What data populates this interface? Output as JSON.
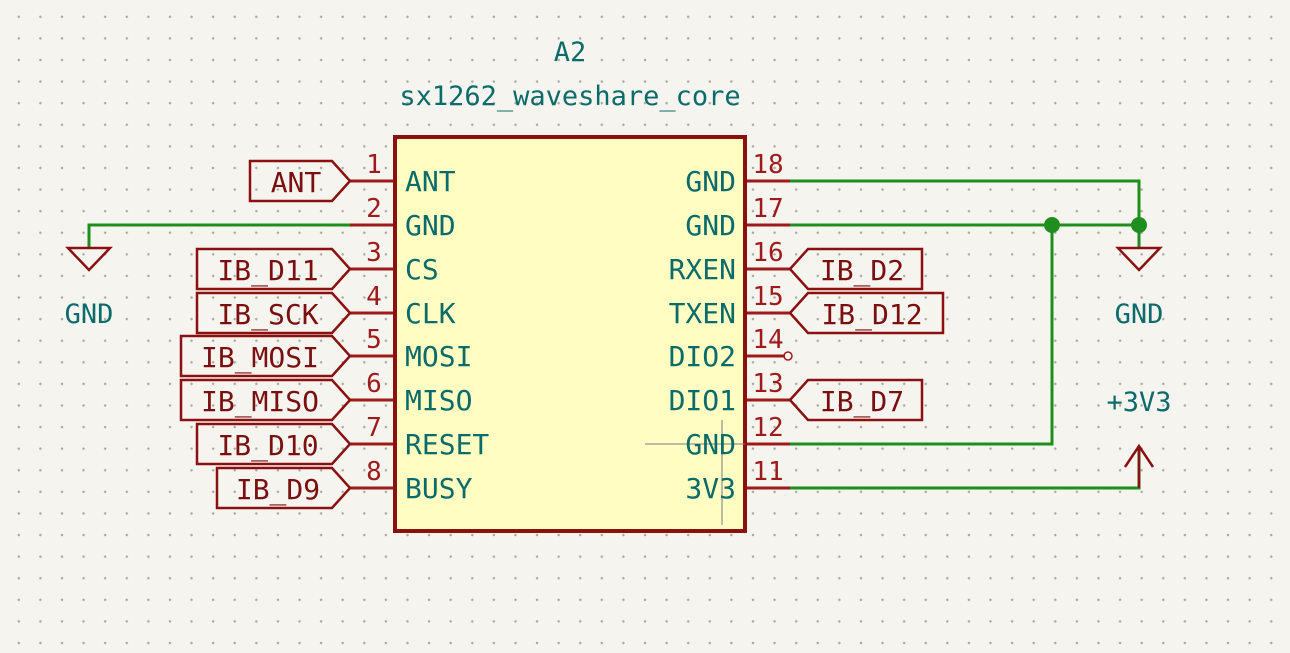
{
  "component": {
    "reference": "A2",
    "value": "sx1262_waveshare_core",
    "left_pins": [
      {
        "num": "1",
        "name": "ANT"
      },
      {
        "num": "2",
        "name": "GND"
      },
      {
        "num": "3",
        "name": "CS"
      },
      {
        "num": "4",
        "name": "CLK"
      },
      {
        "num": "5",
        "name": "MOSI"
      },
      {
        "num": "6",
        "name": "MISO"
      },
      {
        "num": "7",
        "name": "RESET"
      },
      {
        "num": "8",
        "name": "BUSY"
      }
    ],
    "right_pins": [
      {
        "num": "18",
        "name": "GND"
      },
      {
        "num": "17",
        "name": "GND"
      },
      {
        "num": "16",
        "name": "RXEN"
      },
      {
        "num": "15",
        "name": "TXEN"
      },
      {
        "num": "14",
        "name": "DIO2"
      },
      {
        "num": "13",
        "name": "DIO1"
      },
      {
        "num": "12",
        "name": "GND"
      },
      {
        "num": "11",
        "name": "3V3"
      }
    ]
  },
  "left_labels": [
    "ANT",
    "IB_D11",
    "IB_SCK",
    "IB_MOSI",
    "IB_MISO",
    "IB_D10",
    "IB_D9"
  ],
  "right_labels": [
    "IB_D2",
    "IB_D12",
    "IB_D7"
  ],
  "power": {
    "gnd_left": "GND",
    "gnd_right": "GND",
    "supply": "+3V3"
  },
  "colors": {
    "wire": "#1e8f1e",
    "pin": "#9e1b1b",
    "body_fill": "#fffdc1",
    "text": "#0b6a6a"
  }
}
